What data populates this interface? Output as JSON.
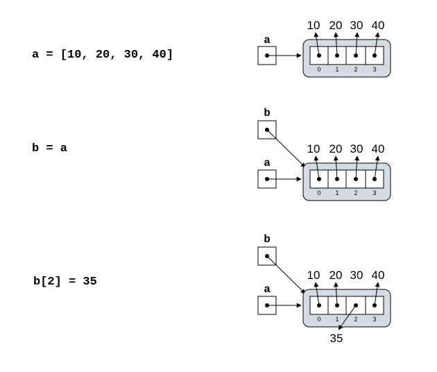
{
  "colors": {
    "container": "#d3dbe5",
    "stroke": "#000000"
  },
  "panels": [
    {
      "code": "a = [10, 20, 30, 40]",
      "vars": [
        "a"
      ],
      "values": [
        "10",
        "20",
        "30",
        "40"
      ],
      "indices": [
        "0",
        "1",
        "2",
        "3"
      ]
    },
    {
      "code": "b = a",
      "vars": [
        "b",
        "a"
      ],
      "values": [
        "10",
        "20",
        "30",
        "40"
      ],
      "indices": [
        "0",
        "1",
        "2",
        "3"
      ]
    },
    {
      "code": "b[2] = 35",
      "vars": [
        "b",
        "a"
      ],
      "values": [
        "10",
        "20",
        "30",
        "40"
      ],
      "indices": [
        "0",
        "1",
        "2",
        "3"
      ],
      "new_value": "35"
    }
  ]
}
